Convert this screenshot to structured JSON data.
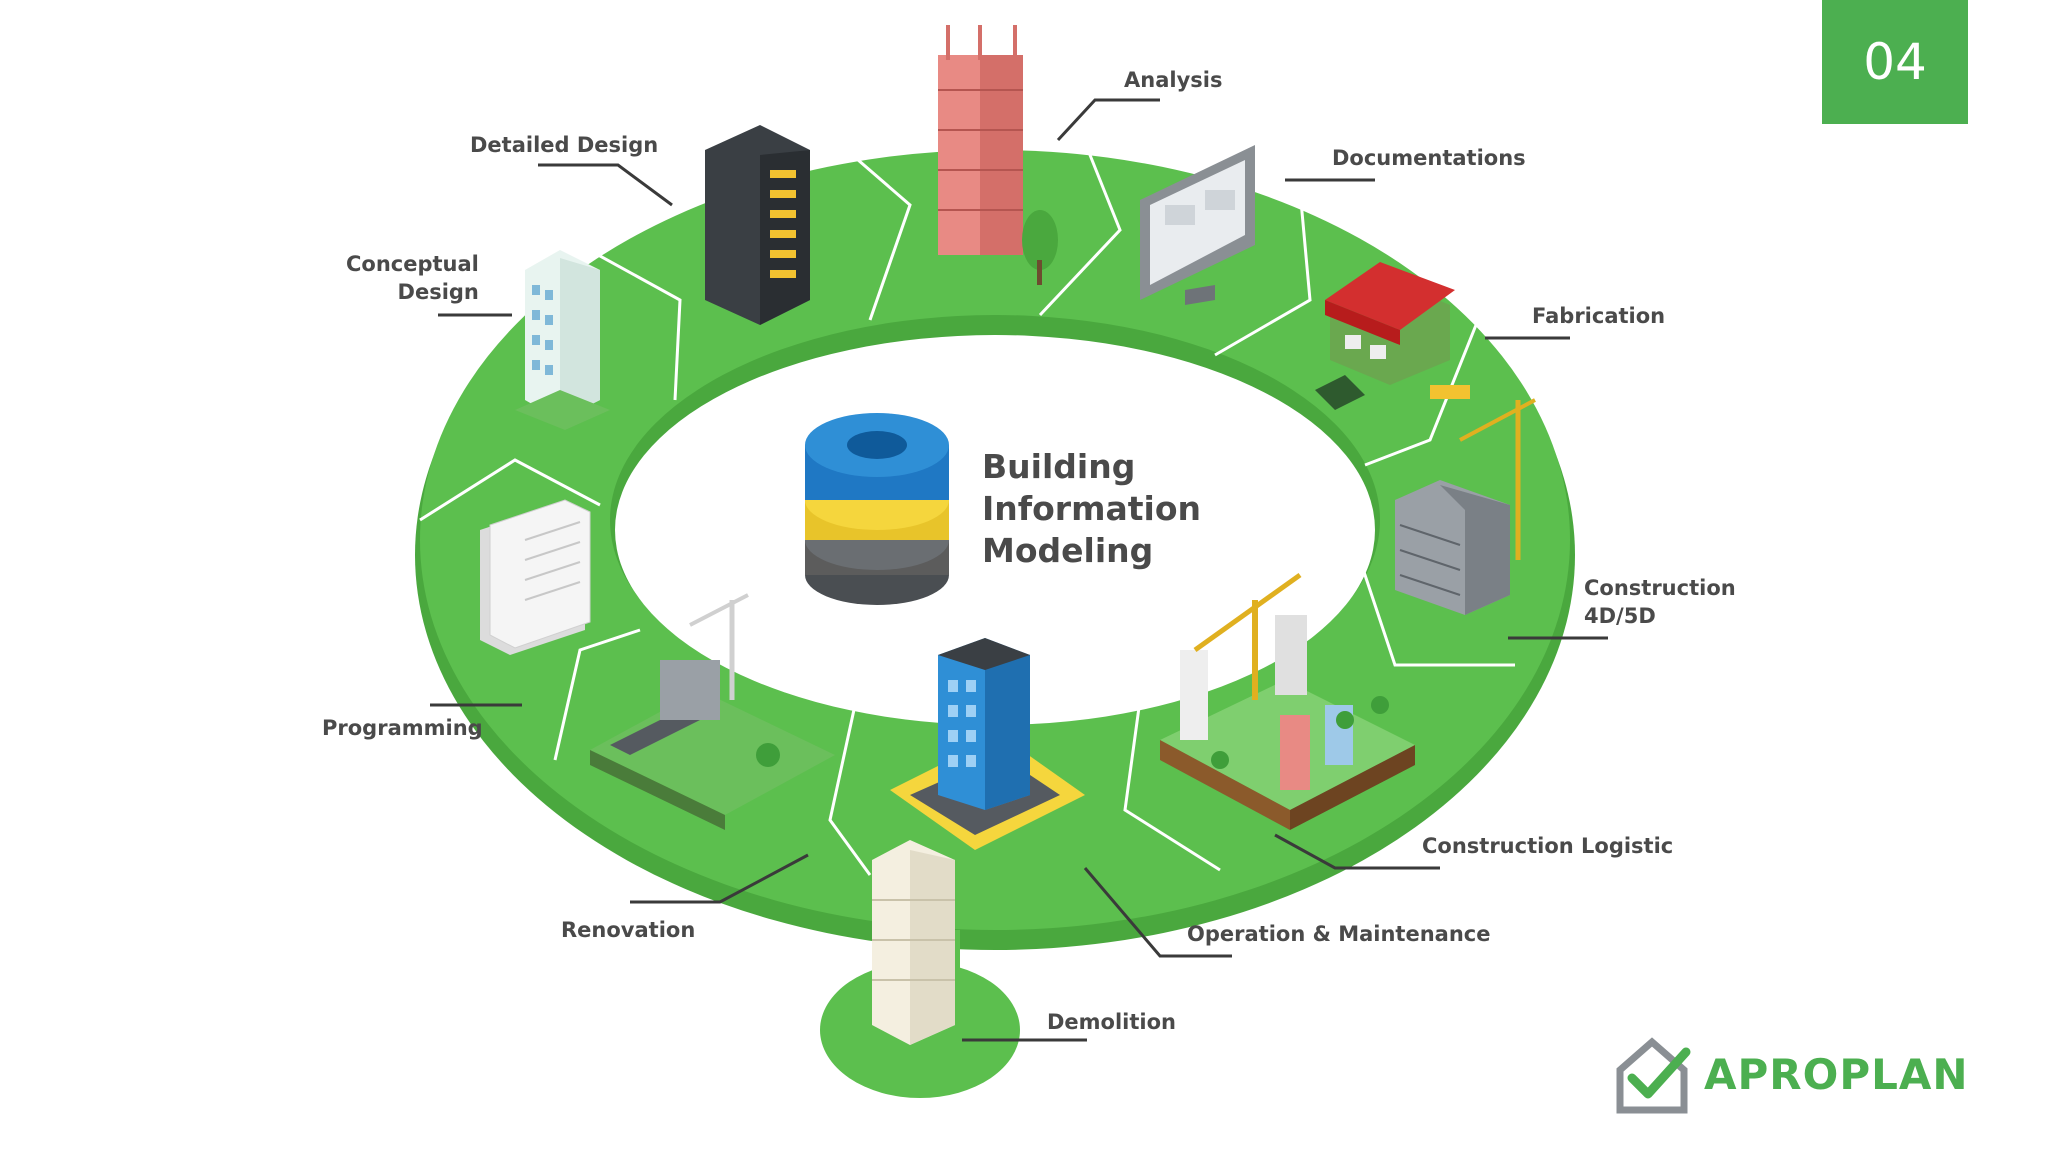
{
  "page_number": "04",
  "center": {
    "title": "Building\nInformation\nModeling"
  },
  "stages": [
    {
      "id": "analysis",
      "label": "Analysis"
    },
    {
      "id": "documentations",
      "label": "Documentations"
    },
    {
      "id": "fabrication",
      "label": "Fabrication"
    },
    {
      "id": "construction-4d-5d",
      "label": "Construction\n4D/5D"
    },
    {
      "id": "construction-logistic",
      "label": "Construction Logistic"
    },
    {
      "id": "operation-maintenance",
      "label": "Operation & Maintenance"
    },
    {
      "id": "demolition",
      "label": "Demolition"
    },
    {
      "id": "renovation",
      "label": "Renovation"
    },
    {
      "id": "programming",
      "label": "Programming"
    },
    {
      "id": "conceptual-design",
      "label": "Conceptual\nDesign"
    },
    {
      "id": "detailed-design",
      "label": "Detailed Design"
    }
  ],
  "logo": {
    "text": "APROPLAN"
  },
  "colors": {
    "ring": "#5cbf4e",
    "ring_dark": "#4aa83e",
    "accent": "#4caf50",
    "label_text": "#4a4a4a",
    "db_blue": "#2f8fd6",
    "db_yellow": "#f5d63d",
    "db_grey": "#5c5c5c"
  },
  "icons": [
    "database-icon",
    "tower-icon",
    "monitor-icon",
    "house-icon",
    "crane-icon",
    "checkmark-house-icon"
  ]
}
